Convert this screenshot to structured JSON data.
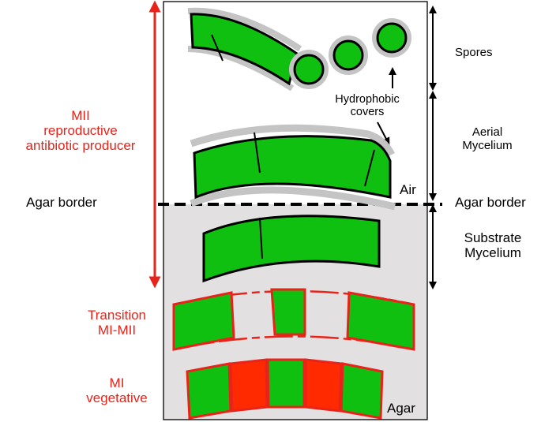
{
  "labels": {
    "left_phase_mii": [
      "MII",
      "reproductive",
      "antibiotic producer"
    ],
    "agar_border_left": "Agar border",
    "agar_border_right": "Agar border",
    "transition": [
      "Transition",
      "MI-MII"
    ],
    "mi_vegetative": [
      "MI",
      "vegetative"
    ],
    "spores": "Spores",
    "hydrophobic_covers": [
      "Hydrophobic",
      "covers"
    ],
    "aerial_mycelium": [
      "Aerial",
      "Mycelium"
    ],
    "substrate_mycelium": [
      "Substrate",
      "Mycelium"
    ],
    "air": "Air",
    "agar": "Agar"
  },
  "colors": {
    "hypha_green": "#10c010",
    "mi_red": "#ff2a00",
    "label_red": "#e8231a",
    "agar_gray": "#e2e0e0",
    "cover_gray": "#bdbdbd"
  }
}
